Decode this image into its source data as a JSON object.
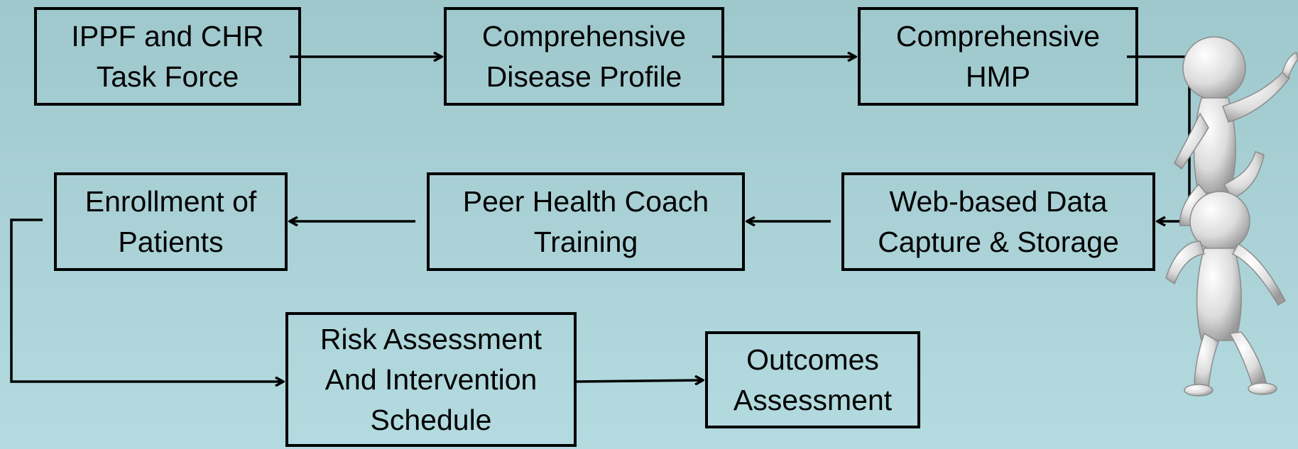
{
  "flowchart": {
    "ippf_task_force": "IPPF and CHR\nTask Force",
    "comprehensive_disease_profile": "Comprehensive\nDisease Profile",
    "comprehensive_hmp": "Comprehensive\nHMP",
    "web_data_capture": "Web-based Data\nCapture & Storage",
    "peer_health_coach": "Peer Health Coach\nTraining",
    "enrollment": "Enrollment of\nPatients",
    "risk_assessment": "Risk Assessment\nAnd Intervention\nSchedule",
    "outcomes_assessment": "Outcomes\nAssessment"
  },
  "decoration": {
    "icon": "stick-figures-climbing-icon"
  },
  "colors": {
    "background_top": "#9ec8cc",
    "background_bottom": "#b3dbe0",
    "stroke": "#000000",
    "figure": "#e6e6e6"
  }
}
